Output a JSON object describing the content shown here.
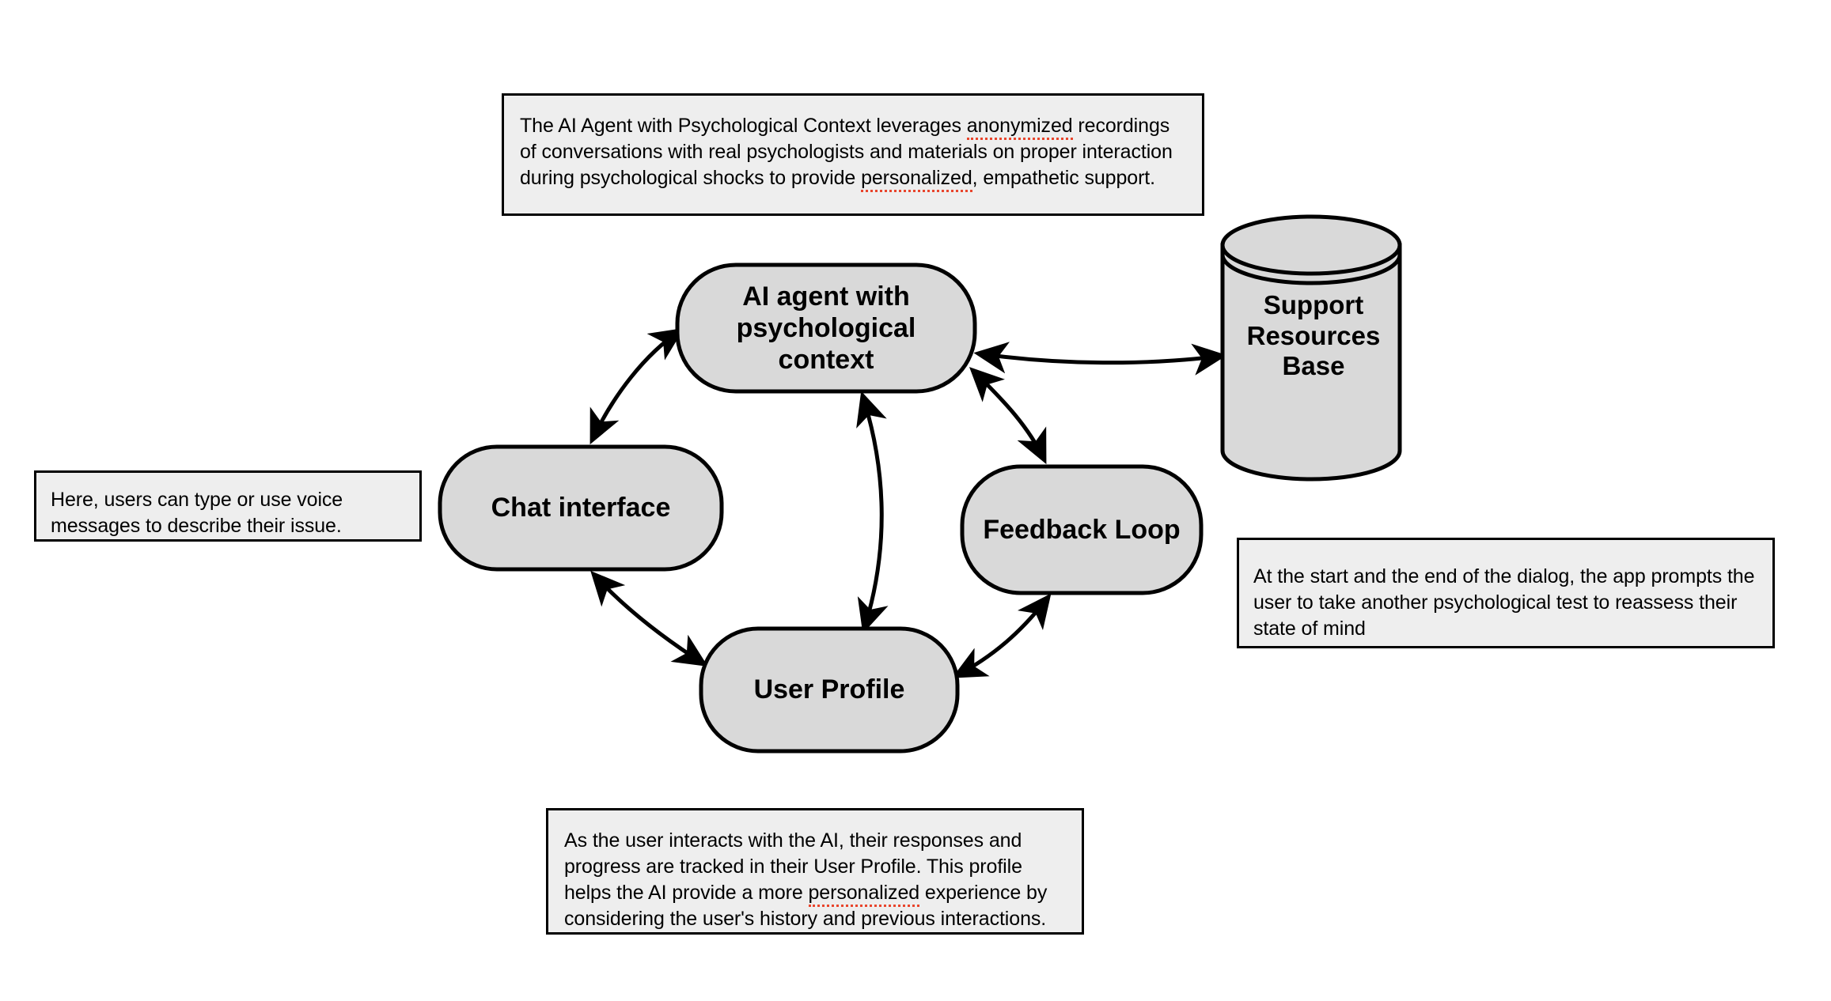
{
  "diagram": {
    "title": "AI Agent with Psychological Context architecture diagram",
    "node_fill": "#d9d9d9",
    "node_stroke": "#000000",
    "callout_fill": "#eeeeee",
    "callout_stroke": "#000000",
    "spellcheck_underline_color": "#e8452c",
    "background": "#ffffff"
  },
  "nodes": {
    "ai_agent": {
      "label": "AI agent with\npsychological\ncontext",
      "shape": "rounded-rectangle"
    },
    "chat_interface": {
      "label": "Chat interface",
      "shape": "rounded-rectangle"
    },
    "feedback_loop": {
      "label": "Feedback Loop",
      "shape": "rounded-rectangle"
    },
    "user_profile": {
      "label": "User Profile",
      "shape": "rounded-rectangle"
    },
    "support_resources": {
      "label": "Support\nResources\nBase",
      "shape": "cylinder"
    }
  },
  "callouts": {
    "ai_agent_note": {
      "part1": "The AI Agent with Psychological Context leverages ",
      "misspelled1": "anonymized",
      "part2": " recordings of conversations with real psychologists and materials on proper interaction during psychological shocks to provide ",
      "misspelled2": "personalized",
      "part3": ", empathetic support."
    },
    "chat_note": {
      "text": "Here, users can type or use voice messages to describe their issue."
    },
    "feedback_note": {
      "text": "At the start and the end of the dialog, the app prompts the user to take another psychological test to reassess their state of mind"
    },
    "user_profile_note": {
      "part1": "As the user interacts with the AI, their responses and progress are tracked in their User Profile. This profile helps the AI provide a more ",
      "misspelled1": "personalized",
      "part2": " experience by considering the user's history and previous interactions."
    }
  },
  "connections": [
    {
      "from": "ai_agent",
      "to": "chat_interface",
      "arrow": "double"
    },
    {
      "from": "ai_agent",
      "to": "support_resources",
      "arrow": "double"
    },
    {
      "from": "ai_agent",
      "to": "feedback_loop",
      "arrow": "double"
    },
    {
      "from": "ai_agent",
      "to": "user_profile",
      "arrow": "double"
    },
    {
      "from": "chat_interface",
      "to": "user_profile",
      "arrow": "double"
    },
    {
      "from": "feedback_loop",
      "to": "user_profile",
      "arrow": "double"
    }
  ]
}
